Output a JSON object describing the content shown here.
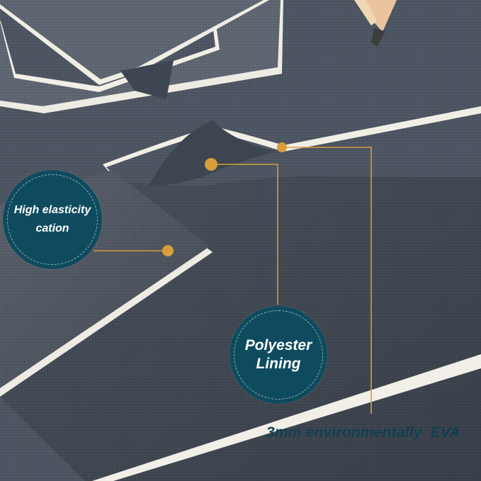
{
  "colors": {
    "badge_fill": "#0f4b5e",
    "accent": "#d89d3c",
    "label_text": "#123f52",
    "fabric": "#4c5561",
    "foam_edge": "#f1eee6"
  },
  "callouts": {
    "elasticity": {
      "line1": "High elasticity",
      "line2": "cation"
    },
    "polyester": {
      "line1": "Polyester",
      "line2": "Lining"
    },
    "eva": {
      "text": "3mm environmentally  EVA"
    }
  }
}
